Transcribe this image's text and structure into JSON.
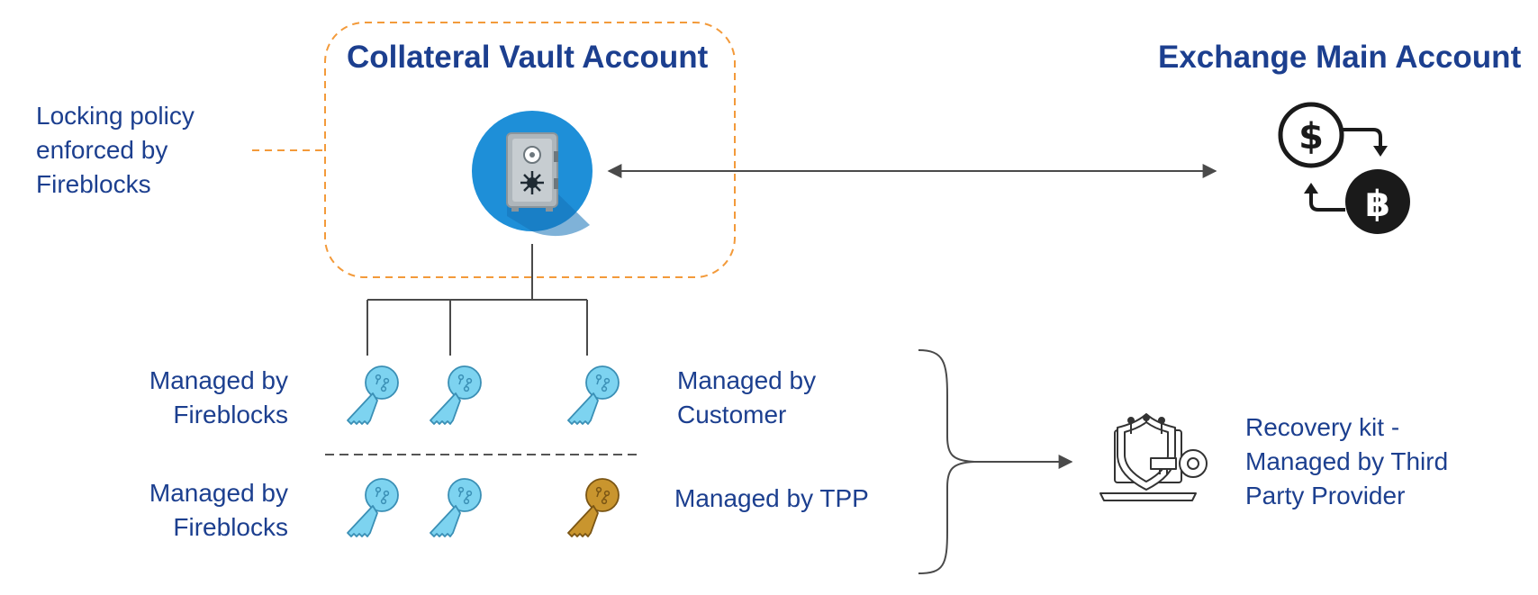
{
  "titles": {
    "vault": "Collateral Vault Account",
    "exchange": "Exchange Main Account"
  },
  "labels": {
    "locking_policy": [
      "Locking policy",
      "enforced by",
      "Fireblocks"
    ],
    "managed_fireblocks_top": [
      "Managed by",
      "Fireblocks"
    ],
    "managed_customer": [
      "Managed by",
      "Customer"
    ],
    "managed_fireblocks_bottom": [
      "Managed by",
      "Fireblocks"
    ],
    "managed_tpp": "Managed by TPP",
    "recovery_kit": [
      "Recovery kit -",
      "Managed by Third",
      "Party Provider"
    ]
  },
  "icons": {
    "vault": "safe-icon",
    "exchange": "currency-exchange-icon",
    "keys_blue": "key-icon",
    "key_gold": "key-icon",
    "recovery": "laptop-shield-key-icon"
  },
  "colors": {
    "text": "#1c3f8f",
    "dashed_border": "#f39a3a",
    "vault_circle": "#1e8fd8",
    "key_blue": "#7dd3f0",
    "key_gold": "#c9952e",
    "line": "#4a4a4a"
  }
}
